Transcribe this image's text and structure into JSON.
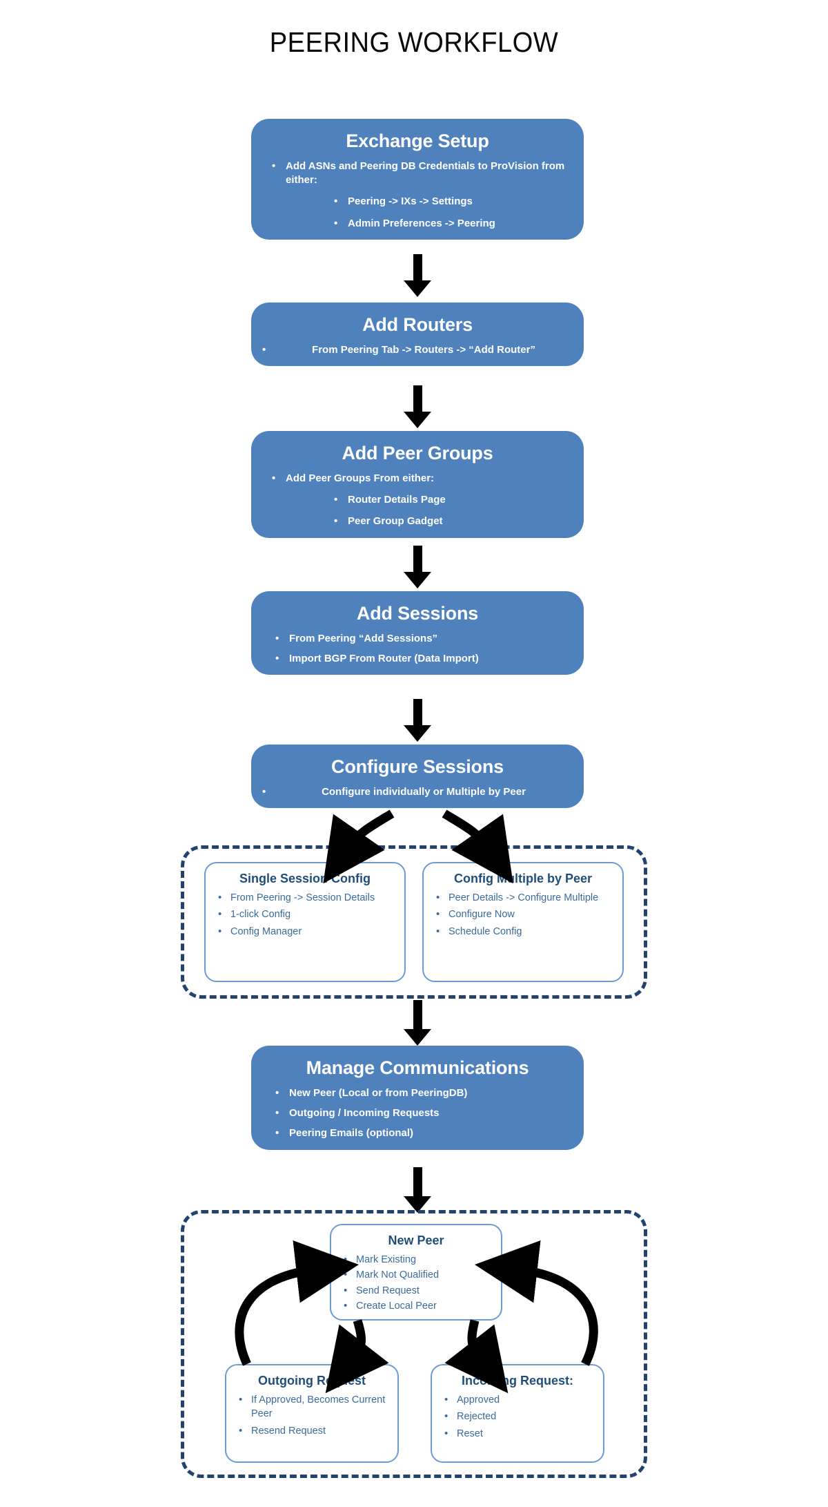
{
  "title": "PEERING WORKFLOW",
  "colors": {
    "step_fill": "#4f81bd",
    "step_text": "#ffffff",
    "subbox_border": "#6b9bd1",
    "subbox_title": "#1f4e79",
    "subbox_text": "#3a6b9c",
    "dashed_border": "#21436e",
    "arrow": "#000000",
    "page_bg": "#ffffff"
  },
  "steps": {
    "exchange_setup": {
      "title": "Exchange Setup",
      "bullets": [
        "Add ASNs and Peering DB Credentials to ProVision from either:"
      ],
      "subbullets": [
        "Peering -> IXs -> Settings",
        "Admin Preferences -> Peering"
      ]
    },
    "add_routers": {
      "title": "Add Routers",
      "bullets": [
        "From Peering Tab -> Routers -> “Add Router”"
      ]
    },
    "add_peer_groups": {
      "title": "Add Peer Groups",
      "bullets": [
        "Add Peer Groups From either:"
      ],
      "subbullets": [
        "Router Details Page",
        "Peer Group Gadget"
      ]
    },
    "add_sessions": {
      "title": "Add Sessions",
      "bullets": [
        "From  Peering “Add Sessions”",
        "Import BGP From Router (Data Import)"
      ]
    },
    "configure_sessions": {
      "title": "Configure Sessions",
      "bullets": [
        "Configure individually or Multiple by Peer"
      ]
    },
    "manage_communications": {
      "title": "Manage Communications",
      "bullets": [
        "New Peer (Local or from PeeringDB)",
        "Outgoing / Incoming Requests",
        "Peering Emails (optional)"
      ]
    }
  },
  "config_group": {
    "single_session_config": {
      "title": "Single Session Config",
      "bullets": [
        "From Peering -> Session Details",
        "1-click Config",
        "Config Manager"
      ]
    },
    "config_multiple_by_peer": {
      "title": "Config Multiple by Peer",
      "bullets": [
        "Peer Details -> Configure Multiple",
        "Configure Now",
        "Schedule Config"
      ]
    }
  },
  "peer_group": {
    "new_peer": {
      "title": "New Peer",
      "bullets": [
        "Mark Existing",
        "Mark Not Qualified",
        "Send Request",
        "Create Local Peer"
      ]
    },
    "outgoing_request": {
      "title": "Outgoing Request",
      "bullets": [
        "If Approved, Becomes Current Peer",
        "Resend Request"
      ]
    },
    "incoming_request": {
      "title": "Incoming Request:",
      "bullets": [
        "Approved",
        "Rejected",
        "Reset"
      ]
    }
  },
  "icons": {
    "arrow_down": "arrow-down-icon",
    "arrow_curve": "curved-arrow-icon",
    "bullet": "bullet-point-icon"
  }
}
